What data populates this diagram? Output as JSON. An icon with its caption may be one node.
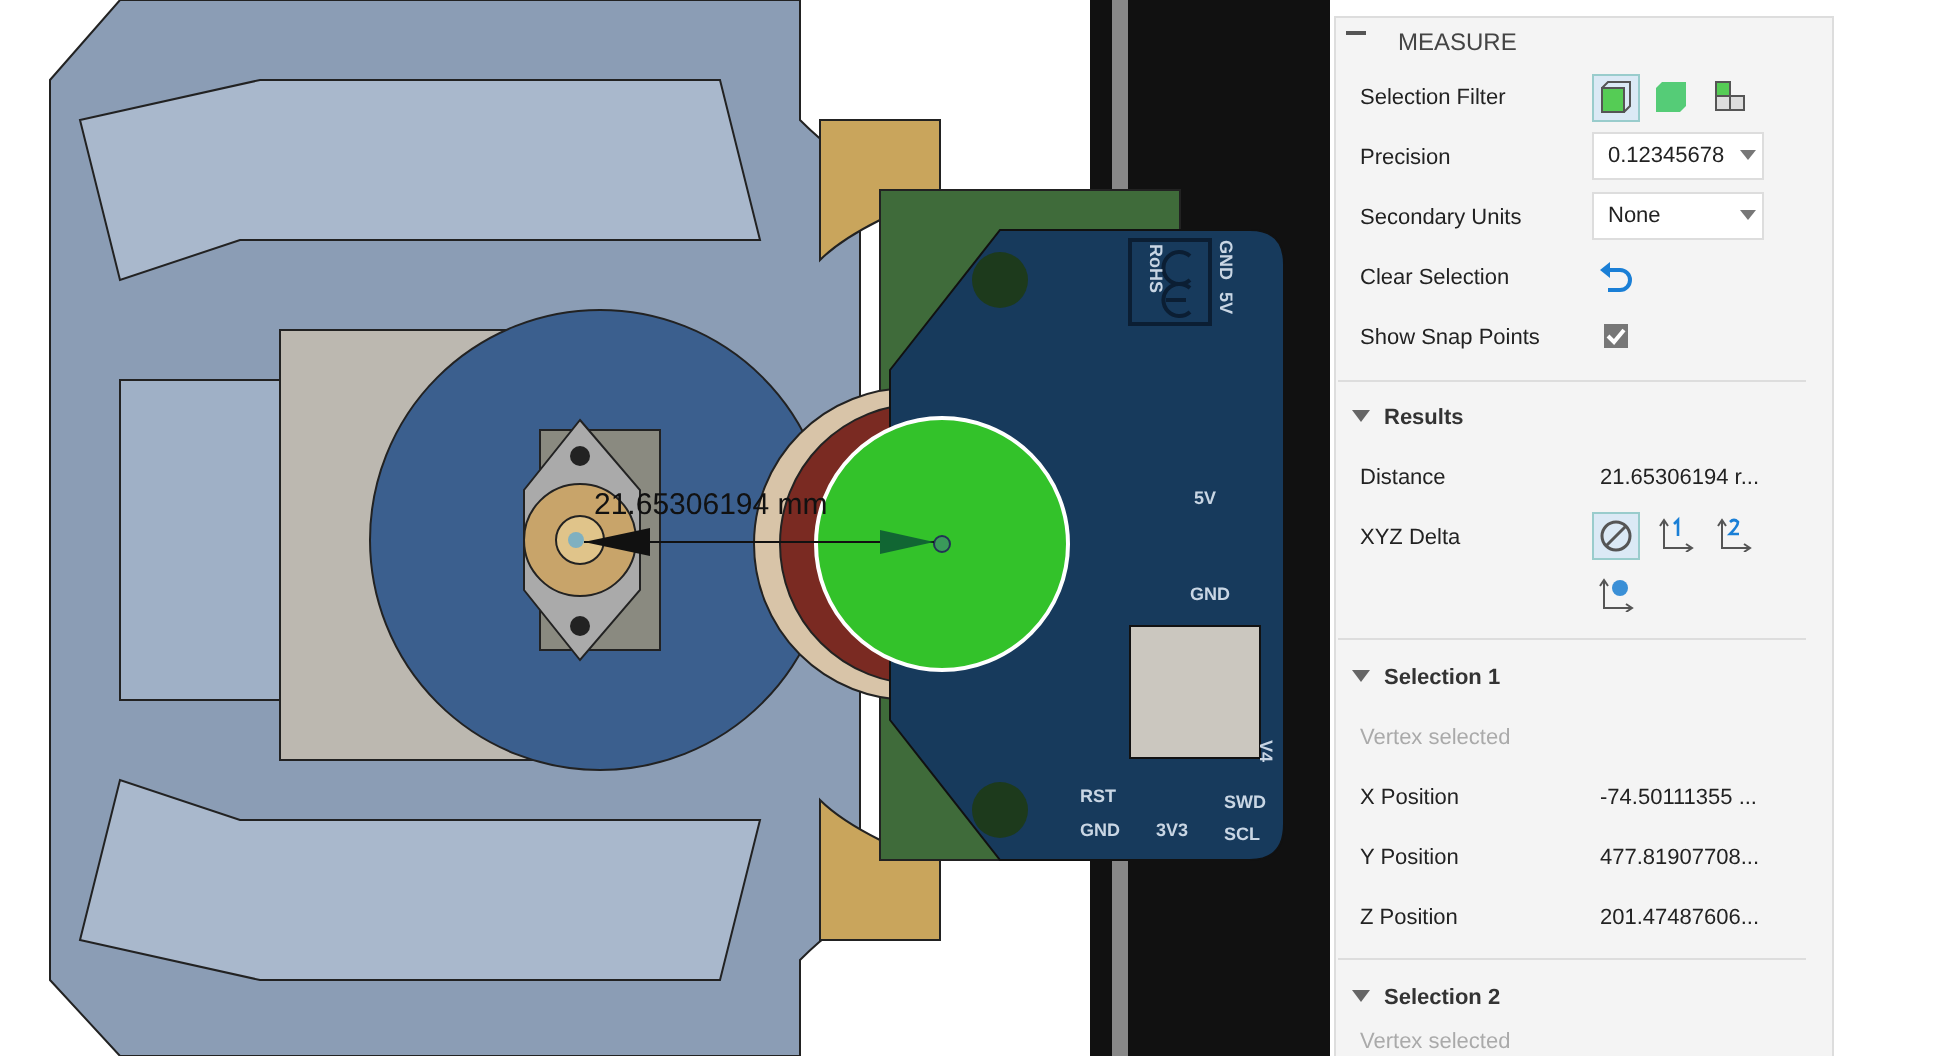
{
  "diagram": {
    "labels": [
      "21.65306194 mm",
      "GND",
      "5V",
      "RoHS",
      "5V",
      "GND",
      "RST",
      "GND",
      "3V3",
      "SWD",
      "SCL",
      "V4",
      "MEASURE",
      "Selection Filter",
      "Precision",
      "0.12345678",
      "Secondary Units",
      "None",
      "Clear Selection",
      "Show Snap Points",
      "Results",
      "Distance",
      "21.65306194 r...",
      "XYZ Delta",
      "Selection 1",
      "Vertex selected",
      "X Position",
      "-74.50111355 ...",
      "Y Position",
      "477.81907708...",
      "Z Position",
      "201.47487606...",
      "Selection 2",
      "Vertex selected"
    ]
  }
}
